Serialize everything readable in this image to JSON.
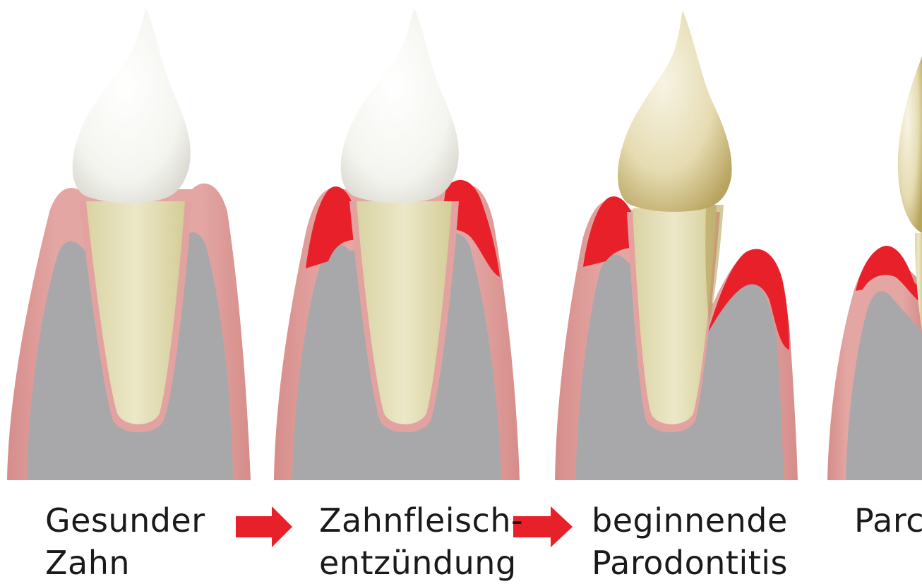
{
  "stages": [
    {
      "line1": "Gesunder",
      "line2": "Zahn"
    },
    {
      "line1": "Zahnfleisch-",
      "line2": "entzündung"
    },
    {
      "line1": "beginnende",
      "line2": "Parodontitis"
    },
    {
      "line1": "Parc",
      "line2": ""
    }
  ],
  "colors": {
    "gum": "#e2a3a0",
    "bone": "#a8a8aa",
    "root": "#e6e2bf",
    "inflammation": "#e8202a",
    "arrow": "#e8202a",
    "enamel": "#fbfbf7",
    "stain": "#c9b372"
  }
}
